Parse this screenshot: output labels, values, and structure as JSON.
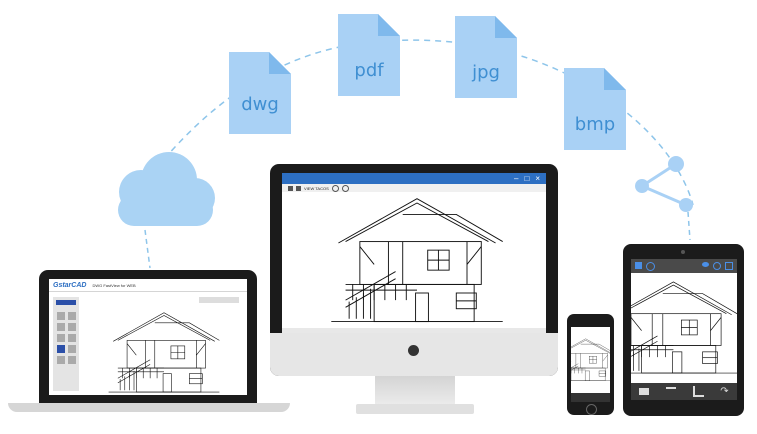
{
  "formats": [
    {
      "label": "dwg"
    },
    {
      "label": "pdf"
    },
    {
      "label": "jpg"
    },
    {
      "label": "bmp"
    }
  ],
  "colors": {
    "file_fill": "#a9d1f5",
    "file_fold": "#7fb9ec",
    "file_text": "#3f8fd2",
    "cloud": "#aad3f4",
    "share": "#a9d1f5",
    "arc": "#8ec5ea",
    "device_frame": "#1b1b1b",
    "monitor_stand": "#e6e6e6",
    "title_bar": "#2d6fc2",
    "toolbar_blue": "#2b4fa8"
  },
  "laptop": {
    "brand": "GstarCAD",
    "app_title": "DWG FastView for WEB"
  },
  "monitor": {
    "viewer_label": "VIEW TACOS"
  },
  "icons": {
    "cloud": "cloud-icon",
    "share": "share-icon",
    "files": "file-icon"
  }
}
